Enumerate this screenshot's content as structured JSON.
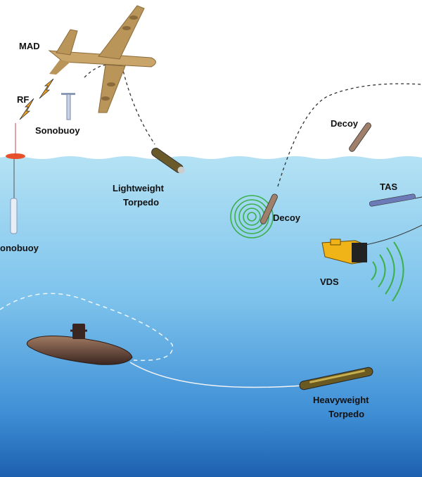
{
  "labels": {
    "mad": "MAD",
    "rf": "RF",
    "sonobuoy_air": "Sonobuoy",
    "sonobuoy_water": "onobuoy",
    "lightweight_torpedo_line1": "Lightweight",
    "lightweight_torpedo_line2": "Torpedo",
    "decoy_air": "Decoy",
    "decoy_water": "Decoy",
    "tas": "TAS",
    "vds": "VDS",
    "heavyweight_torpedo_line1": "Heavyweight",
    "heavyweight_torpedo_line2": "Torpedo"
  },
  "colors": {
    "sky": "#ffffff",
    "water_top": "#b4e2f4",
    "water_bottom": "#1c5fae",
    "sonar_arcs": "#3cb04a",
    "aircraft": "#c9a56a",
    "vds": "#f0b419",
    "submarine": "#6b4a3a"
  }
}
